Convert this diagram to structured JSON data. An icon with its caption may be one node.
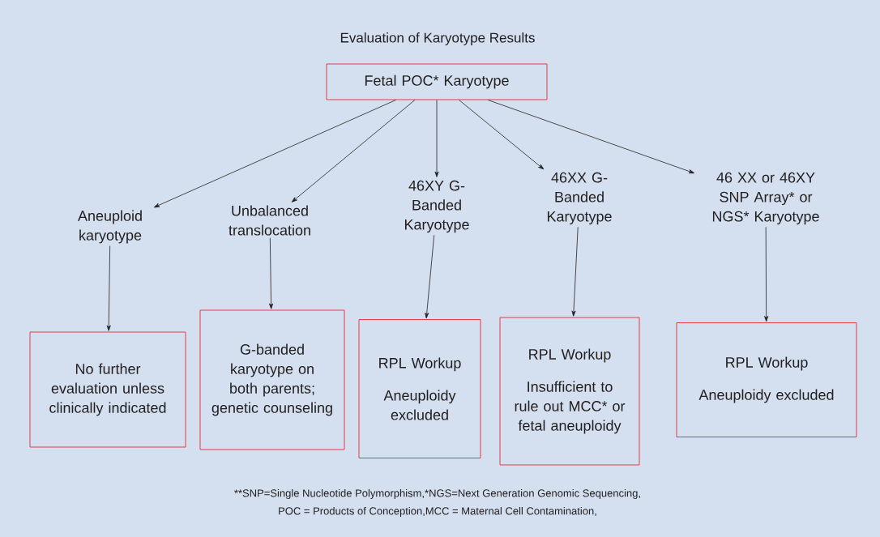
{
  "diagram": {
    "title": "Evaluation of Karyotype Results",
    "nodes": [
      {
        "text": [
          "Fetal POC* Karyotype"
        ]
      },
      {
        "text": [
          "Aneuploid karyotype"
        ]
      },
      {
        "text": [
          "Unbalanced translocation"
        ]
      },
      {
        "text": [
          "46XY G-Banded Karyotype"
        ]
      },
      {
        "text": [
          "46XX G-Banded Karyotype"
        ]
      },
      {
        "text": [
          "46 XX or 46XY SNP Array* or NGS* Karyotype"
        ]
      },
      {
        "text": [
          "No further evaluation unless clinically indicated"
        ]
      },
      {
        "text": [
          "G-banded karyotype on both parents; genetic counseling"
        ]
      },
      {
        "text": [
          "RPL Workup",
          "Aneuploidy excluded"
        ]
      },
      {
        "text": [
          "RPL Workup",
          "Insufficient to rule out MCC* or fetal aneuploidy"
        ]
      },
      {
        "text": [
          "RPL Workup",
          "Aneuploidy excluded"
        ]
      }
    ],
    "edges": [
      {
        "from": 0,
        "to": 1,
        "arrow": "to"
      },
      {
        "from": 0,
        "to": 2,
        "arrow": "to"
      },
      {
        "from": 0,
        "to": 3,
        "arrow": "to"
      },
      {
        "from": 0,
        "to": 4,
        "arrow": "to"
      },
      {
        "from": 0,
        "to": 5,
        "arrow": "to"
      },
      {
        "from": 1,
        "to": 6,
        "arrow": "to"
      },
      {
        "from": 2,
        "to": 7,
        "arrow": "to"
      },
      {
        "from": 3,
        "to": 8,
        "arrow": "to"
      },
      {
        "from": 4,
        "to": 9,
        "arrow": "to"
      },
      {
        "from": 5,
        "to": 10,
        "arrow": "to"
      }
    ],
    "labels": [
      "**SNP=Single Nucleotide Polymorphism,*NGS=Next Generation Genomic Sequencing,",
      "POC = Products of Conception,MCC = Maternal Cell Contamination,"
    ]
  }
}
